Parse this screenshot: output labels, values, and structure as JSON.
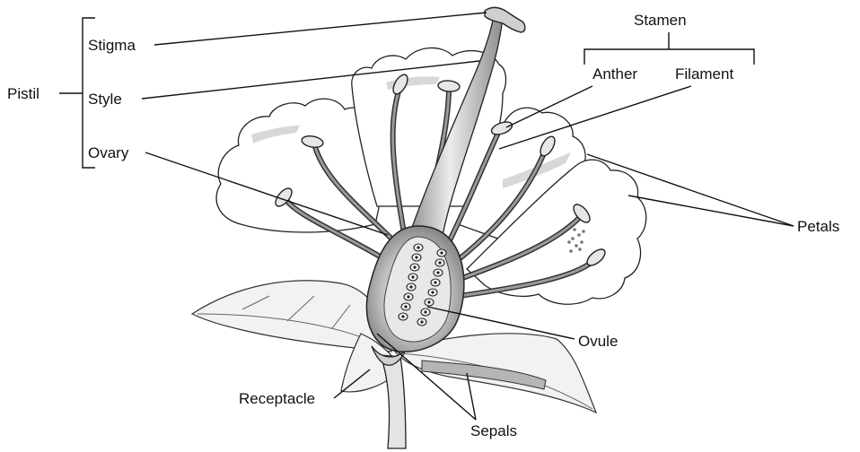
{
  "labels": {
    "pistil": "Pistil",
    "stigma": "Stigma",
    "style": "Style",
    "ovary": "Ovary",
    "stamen": "Stamen",
    "anther": "Anther",
    "filament": "Filament",
    "petals": "Petals",
    "ovule": "Ovule",
    "receptacle": "Receptacle",
    "sepals": "Sepals"
  },
  "colors": {
    "line": "#111111",
    "ovary_fill": "#c8c8c8",
    "style_fill": "#d2d2d2",
    "leaf_fill": "#f2f2f2"
  }
}
